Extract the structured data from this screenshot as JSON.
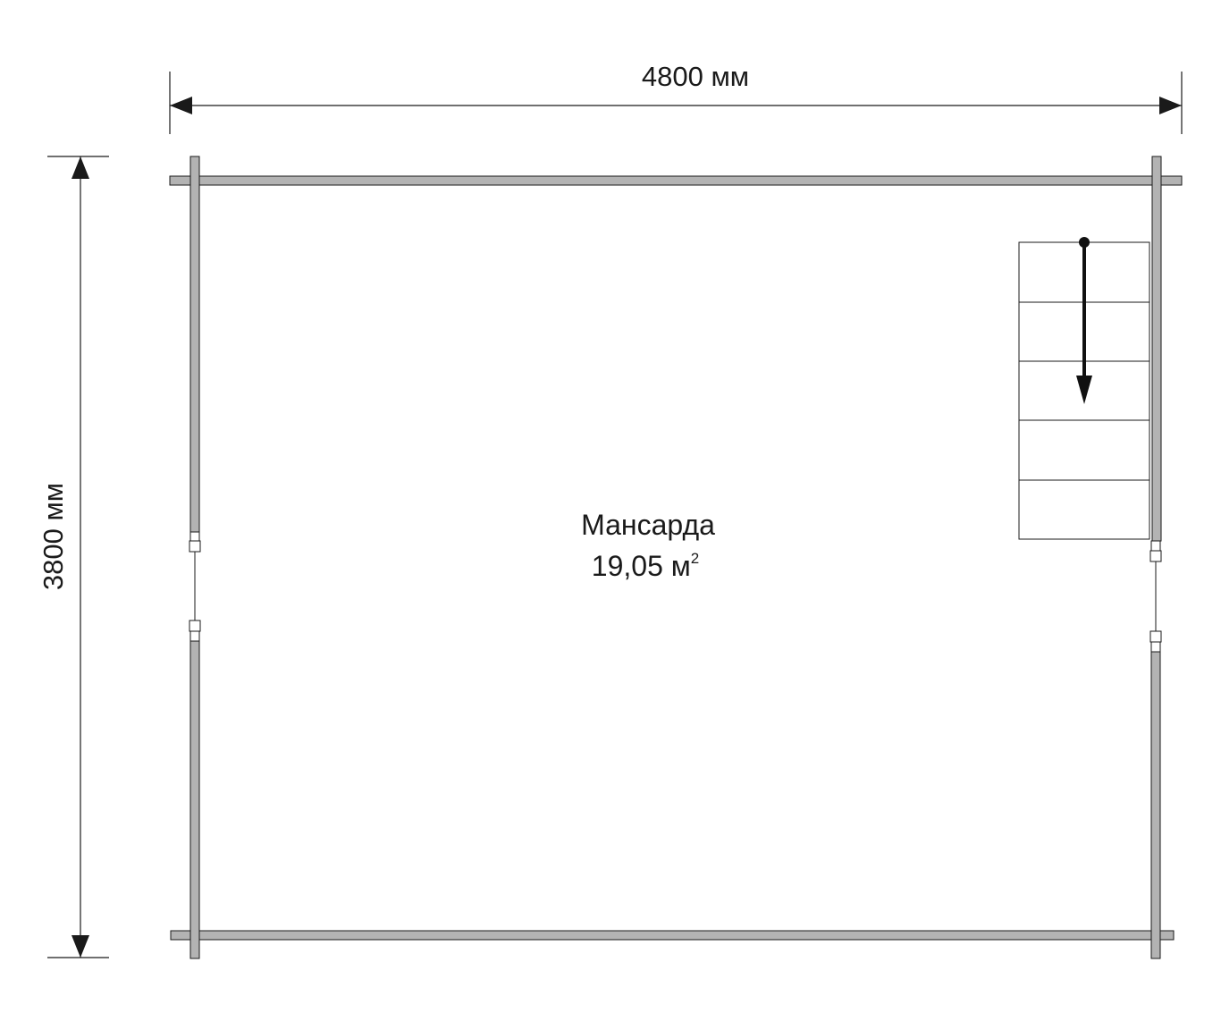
{
  "dimensions": {
    "width_label": "4800 мм",
    "height_label": "3800 мм"
  },
  "room": {
    "name": "Мансарда",
    "area_value": "19,05 м",
    "area_unit_superscript": "2"
  },
  "colors": {
    "wall_fill": "#b3b3b3",
    "outline": "#1a1a1a",
    "background": "#ffffff"
  }
}
